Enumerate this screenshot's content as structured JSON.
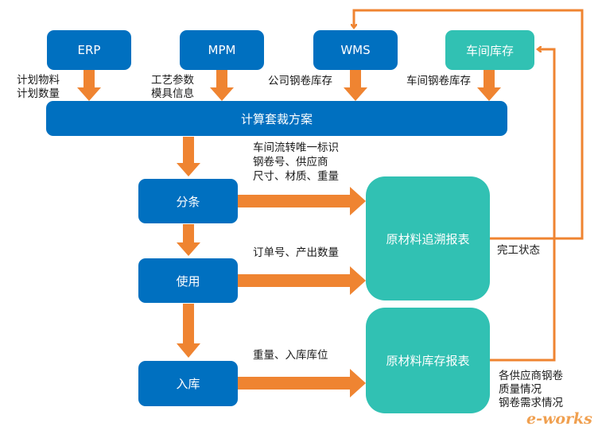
{
  "colors": {
    "system_box": "#0070c0",
    "report_box": "#31c1b3",
    "arrow": "#ef8431",
    "text": "#1a1a1a"
  },
  "sources": [
    {
      "name": "ERP",
      "output": "计划物料\n计划数量"
    },
    {
      "name": "MPM",
      "output": "工艺参数\n模具信息"
    },
    {
      "name": "WMS",
      "output": "公司钢卷库存"
    },
    {
      "name": "车间库存",
      "output": "车间钢卷库存"
    }
  ],
  "plan": {
    "label": "计算套裁方案"
  },
  "process": [
    {
      "name": "分条",
      "flow_label": "车间流转唯一标识\n钢卷号、供应商\n尺寸、材质、重量"
    },
    {
      "name": "使用",
      "flow_label": "订单号、产出数量"
    },
    {
      "name": "入库",
      "flow_label": "重量、入库库位"
    }
  ],
  "reports": [
    {
      "name": "原材料追溯报表",
      "feedback_label": "完工状态"
    },
    {
      "name": "原材料库存报表",
      "feedback_label": "各供应商钢卷\n质量情况\n钢卷需求情况"
    }
  ],
  "watermark": {
    "text": "e-works"
  }
}
